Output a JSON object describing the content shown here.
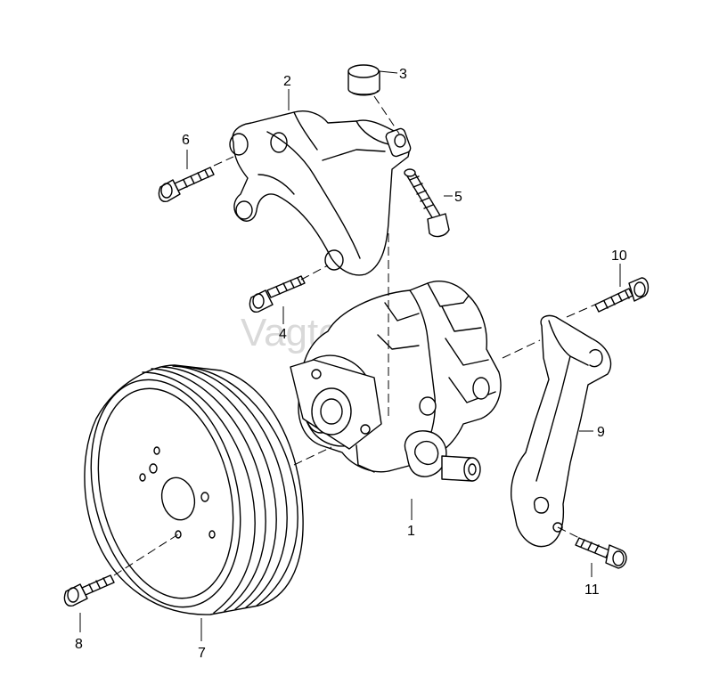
{
  "watermark": "Vagtest.ru",
  "parts": [
    {
      "id": "1",
      "name": "power-steering-pump"
    },
    {
      "id": "2",
      "name": "pump-bracket"
    },
    {
      "id": "3",
      "name": "bushing"
    },
    {
      "id": "4",
      "name": "bolt"
    },
    {
      "id": "5",
      "name": "bolt"
    },
    {
      "id": "6",
      "name": "bolt"
    },
    {
      "id": "7",
      "name": "pulley"
    },
    {
      "id": "8",
      "name": "bolt"
    },
    {
      "id": "9",
      "name": "support-bracket"
    },
    {
      "id": "10",
      "name": "bolt"
    },
    {
      "id": "11",
      "name": "bolt"
    }
  ],
  "colors": {
    "line": "#000000",
    "background": "#ffffff",
    "watermark": "#d9d9d9"
  }
}
